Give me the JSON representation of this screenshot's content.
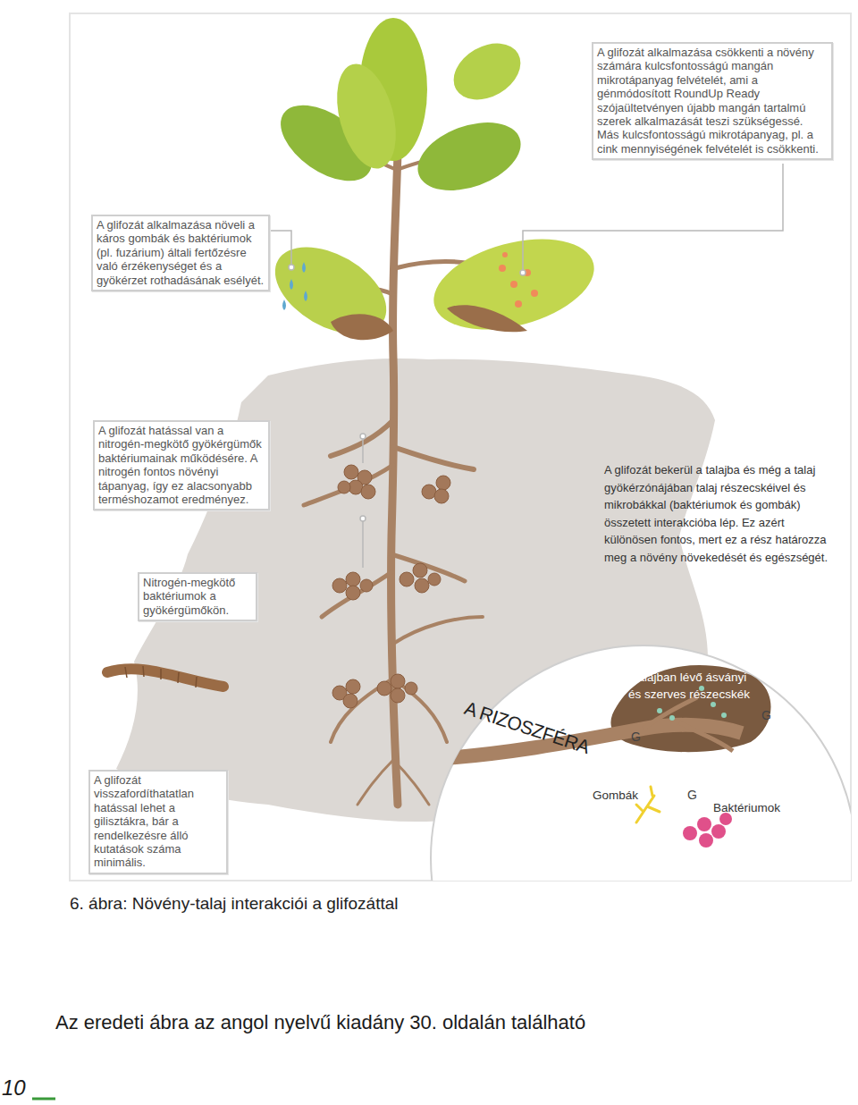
{
  "diagram": {
    "caption": "6. ábra: Növény-talaj interakciói a glifozáttal",
    "nodes": [
      {
        "text": [
          "A glifozát alkalmazása csökkenti a növény számára kulcsfontosságú mangán mikrotápanyag felvételét, ami a génmódosított RoundUp Ready szójaültetvényen újabb mangán tartalmú szerek alkalmazását teszi szükségessé. Más kulcsfontosságú mikrotápanyag, pl. a cink mennyiségének felvételét is csökkenti."
        ]
      },
      {
        "text": [
          "A glifozát alkalmazása növeli a káros gombák és baktériumok (pl. fuzárium) általi fertőzésre való érzékenységet és a gyökérzet rothadásának esélyét."
        ]
      },
      {
        "text": [
          "A glifozát hatással van a nitrogén-megkötő gyökérgümők baktériumainak működésére. A nitrogén fontos növényi tápanyag, így ez alacsonyabb terméshozamot eredményez."
        ]
      },
      {
        "text": [
          "Nitrogén-megkötő baktériumok a gyökérgümőkön."
        ]
      },
      {
        "text": [
          "A glifozát visszafordíthatatlan hatással lehet a gilisztákra, bár a rendelkezésre álló kutatások száma minimális."
        ]
      }
    ],
    "labels": [
      "A glifozát bekerül a talajba és még a talaj gyökérzónájában talaj részecskéivel és mikrobákkal (baktériumok és gombák) összetett interakcióba lép. Ez azért különösen fontos, mert ez a rész határozza meg a növény növekedését és egészségét.",
      "A RIZOSZFÉRA",
      "Talajban lévő ásványi és szerves részecskék",
      "G",
      "G",
      "Gombák",
      "G",
      "Baktériumok",
      "Az eredeti ábra az angol nyelvű kiadány 30. oldalán található",
      "10"
    ]
  }
}
